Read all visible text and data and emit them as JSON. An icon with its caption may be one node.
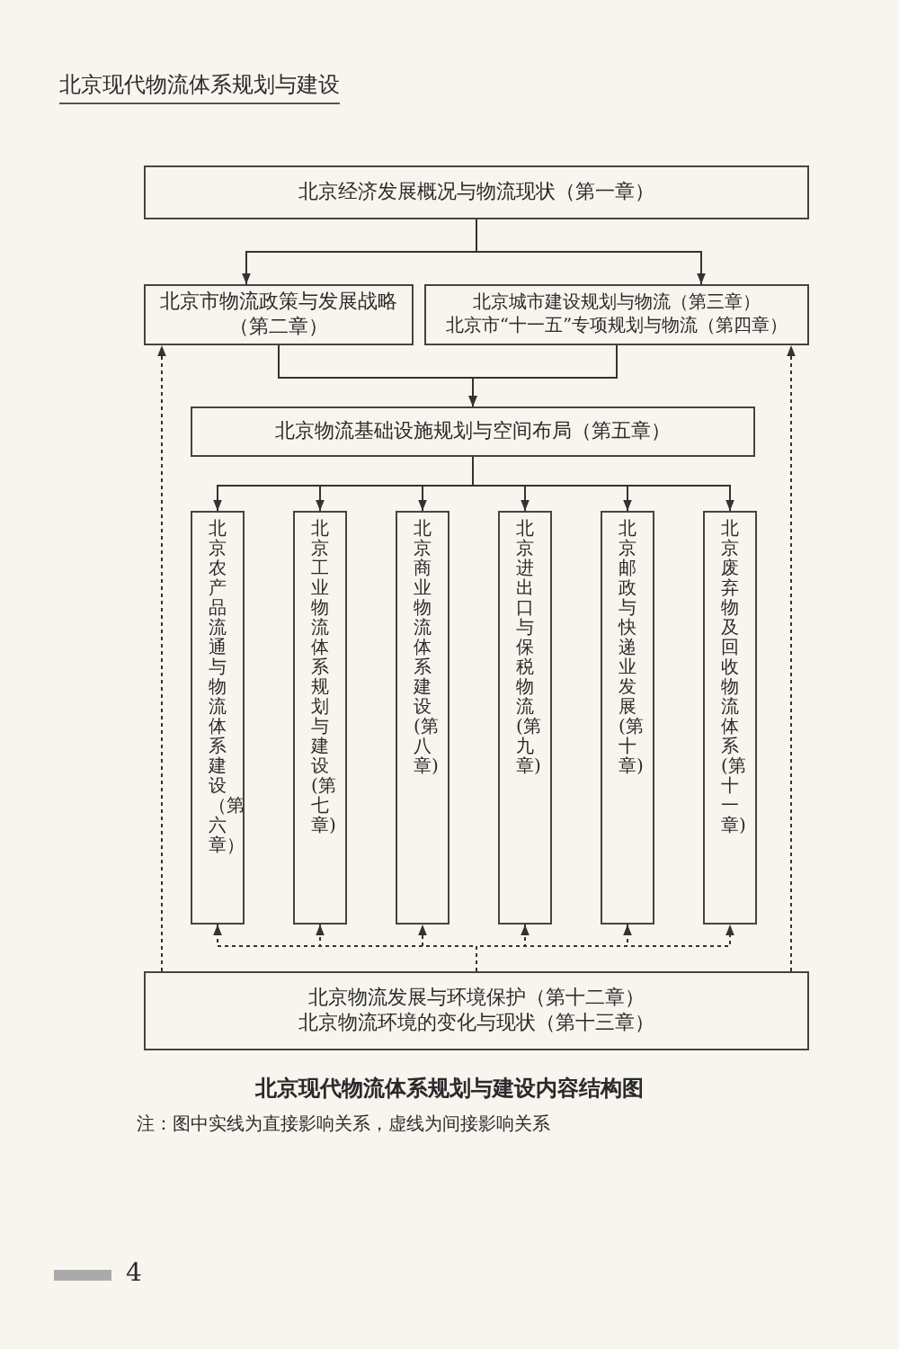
{
  "diagram": {
    "caption": "北京现代物流体系规划与建设内容结构图",
    "nodes": [
      {
        "text": [
          "北京经济发展概况与物流现状（第一章）"
        ]
      },
      {
        "text": [
          "北京市物流政策与发展战略（第二章）"
        ]
      },
      {
        "text": [
          "北京城市建设规划与物流（第三章）",
          "北京市“十一五”专项规划与物流（第四章）"
        ]
      },
      {
        "text": [
          "北京物流基础设施规划与空间布局（第五章）"
        ]
      },
      {
        "text": [
          "北京农产品流通与物流体系建设（第六章）"
        ]
      },
      {
        "text": [
          "北京工业物流体系规划与建设(第七章)"
        ]
      },
      {
        "text": [
          "北京商业物流体系建设(第八章)"
        ]
      },
      {
        "text": [
          "北京进出口与保税物流(第九章)"
        ]
      },
      {
        "text": [
          "北京邮政与快递业发展(第十章)"
        ]
      },
      {
        "text": [
          "北京废弃物及回收物流体系(第十一章)"
        ]
      },
      {
        "text": [
          "北京物流发展与环境保护（第十二章）",
          "北京物流环境的变化与现状（第十三章）"
        ]
      }
    ],
    "edges": [
      {
        "from": 0,
        "to": 1,
        "arrow": "to"
      },
      {
        "from": 0,
        "to": 2,
        "arrow": "to"
      },
      {
        "from": 1,
        "to": 3,
        "arrow": "to"
      },
      {
        "from": 2,
        "to": 3,
        "arrow": "to"
      },
      {
        "from": 3,
        "to": 4,
        "arrow": "to"
      },
      {
        "from": 3,
        "to": 5,
        "arrow": "to"
      },
      {
        "from": 3,
        "to": 6,
        "arrow": "to"
      },
      {
        "from": 3,
        "to": 7,
        "arrow": "to"
      },
      {
        "from": 3,
        "to": 8,
        "arrow": "to"
      },
      {
        "from": 3,
        "to": 9,
        "arrow": "to"
      },
      {
        "from": 10,
        "to": 4,
        "arrow": "to",
        "style": "dashed"
      },
      {
        "from": 10,
        "to": 5,
        "arrow": "to",
        "style": "dashed"
      },
      {
        "from": 10,
        "to": 6,
        "arrow": "to",
        "style": "dashed"
      },
      {
        "from": 10,
        "to": 7,
        "arrow": "to",
        "style": "dashed"
      },
      {
        "from": 10,
        "to": 8,
        "arrow": "to",
        "style": "dashed"
      },
      {
        "from": 10,
        "to": 9,
        "arrow": "to",
        "style": "dashed"
      },
      {
        "from": 10,
        "to": 1,
        "arrow": "to",
        "style": "dashed"
      },
      {
        "from": 10,
        "to": 2,
        "arrow": "to",
        "style": "dashed"
      }
    ],
    "labels": [
      "北京现代物流体系规划与建设",
      "注：图中实线为直接影响关系，虚线为间接影响关系",
      "4"
    ]
  }
}
